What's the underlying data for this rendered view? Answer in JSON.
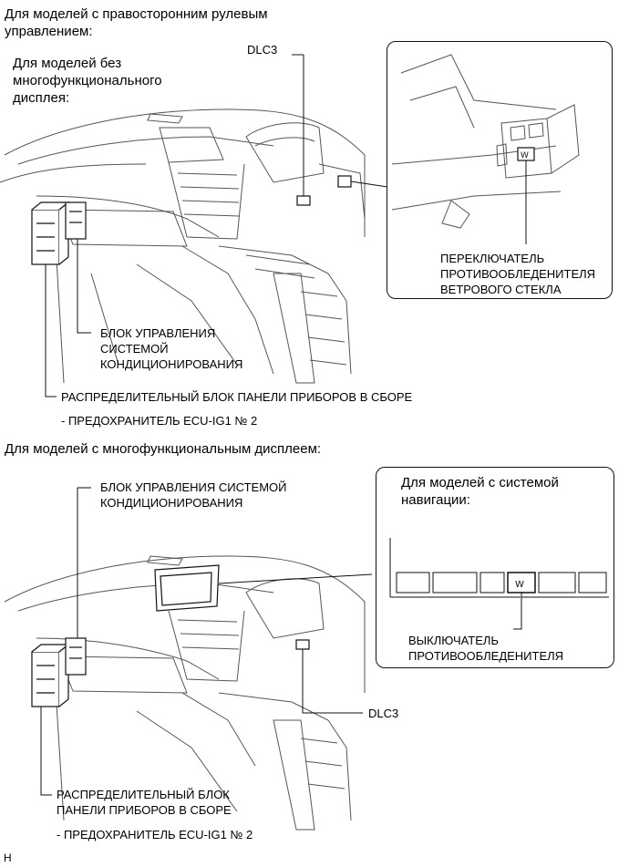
{
  "top": {
    "heading_line1": "Для моделей с правосторонним рулевым",
    "heading_line2": "управлением:",
    "subheading_line1": "Для моделей без",
    "subheading_line2": "многофункционального",
    "subheading_line3": "дисплея:",
    "dlc3": "DLC3",
    "switch_line1": "ПЕРЕКЛЮЧАТЕЛЬ",
    "switch_line2": "ПРОТИВООБЛЕДЕНИТЕЛЯ",
    "switch_line3": "ВЕТРОВОГО СТЕКЛА",
    "ac_line1": "БЛОК УПРАВЛЕНИЯ",
    "ac_line2": "СИСТЕМОЙ",
    "ac_line3": "КОНДИЦИОНИРОВАНИЯ",
    "junction": "РАСПРЕДЕЛИТЕЛЬНЫЙ БЛОК ПАНЕЛИ ПРИБОРОВ В СБОРЕ",
    "fuse": "- ПРЕДОХРАНИТЕЛЬ ECU-IG1 № 2"
  },
  "bottom": {
    "heading": "Для моделей с многофункциональным дисплеем:",
    "ac_line1": "БЛОК УПРАВЛЕНИЯ СИСТЕМОЙ",
    "ac_line2": "КОНДИЦИОНИРОВАНИЯ",
    "nav_line1": "Для моделей с системой",
    "nav_line2": "навигации:",
    "switch_line1": "ВЫКЛЮЧАТЕЛЬ",
    "switch_line2": "ПРОТИВООБЛЕДЕНИТЕЛЯ",
    "dlc3": "DLC3",
    "junction_line1": "РАСПРЕДЕЛИТЕЛЬНЫЙ БЛОК",
    "junction_line2": "ПАНЕЛИ ПРИБОРОВ В СБОРЕ",
    "fuse": "- ПРЕДОХРАНИТЕЛЬ ECU-IG1 № 2"
  },
  "footer_code": "H"
}
